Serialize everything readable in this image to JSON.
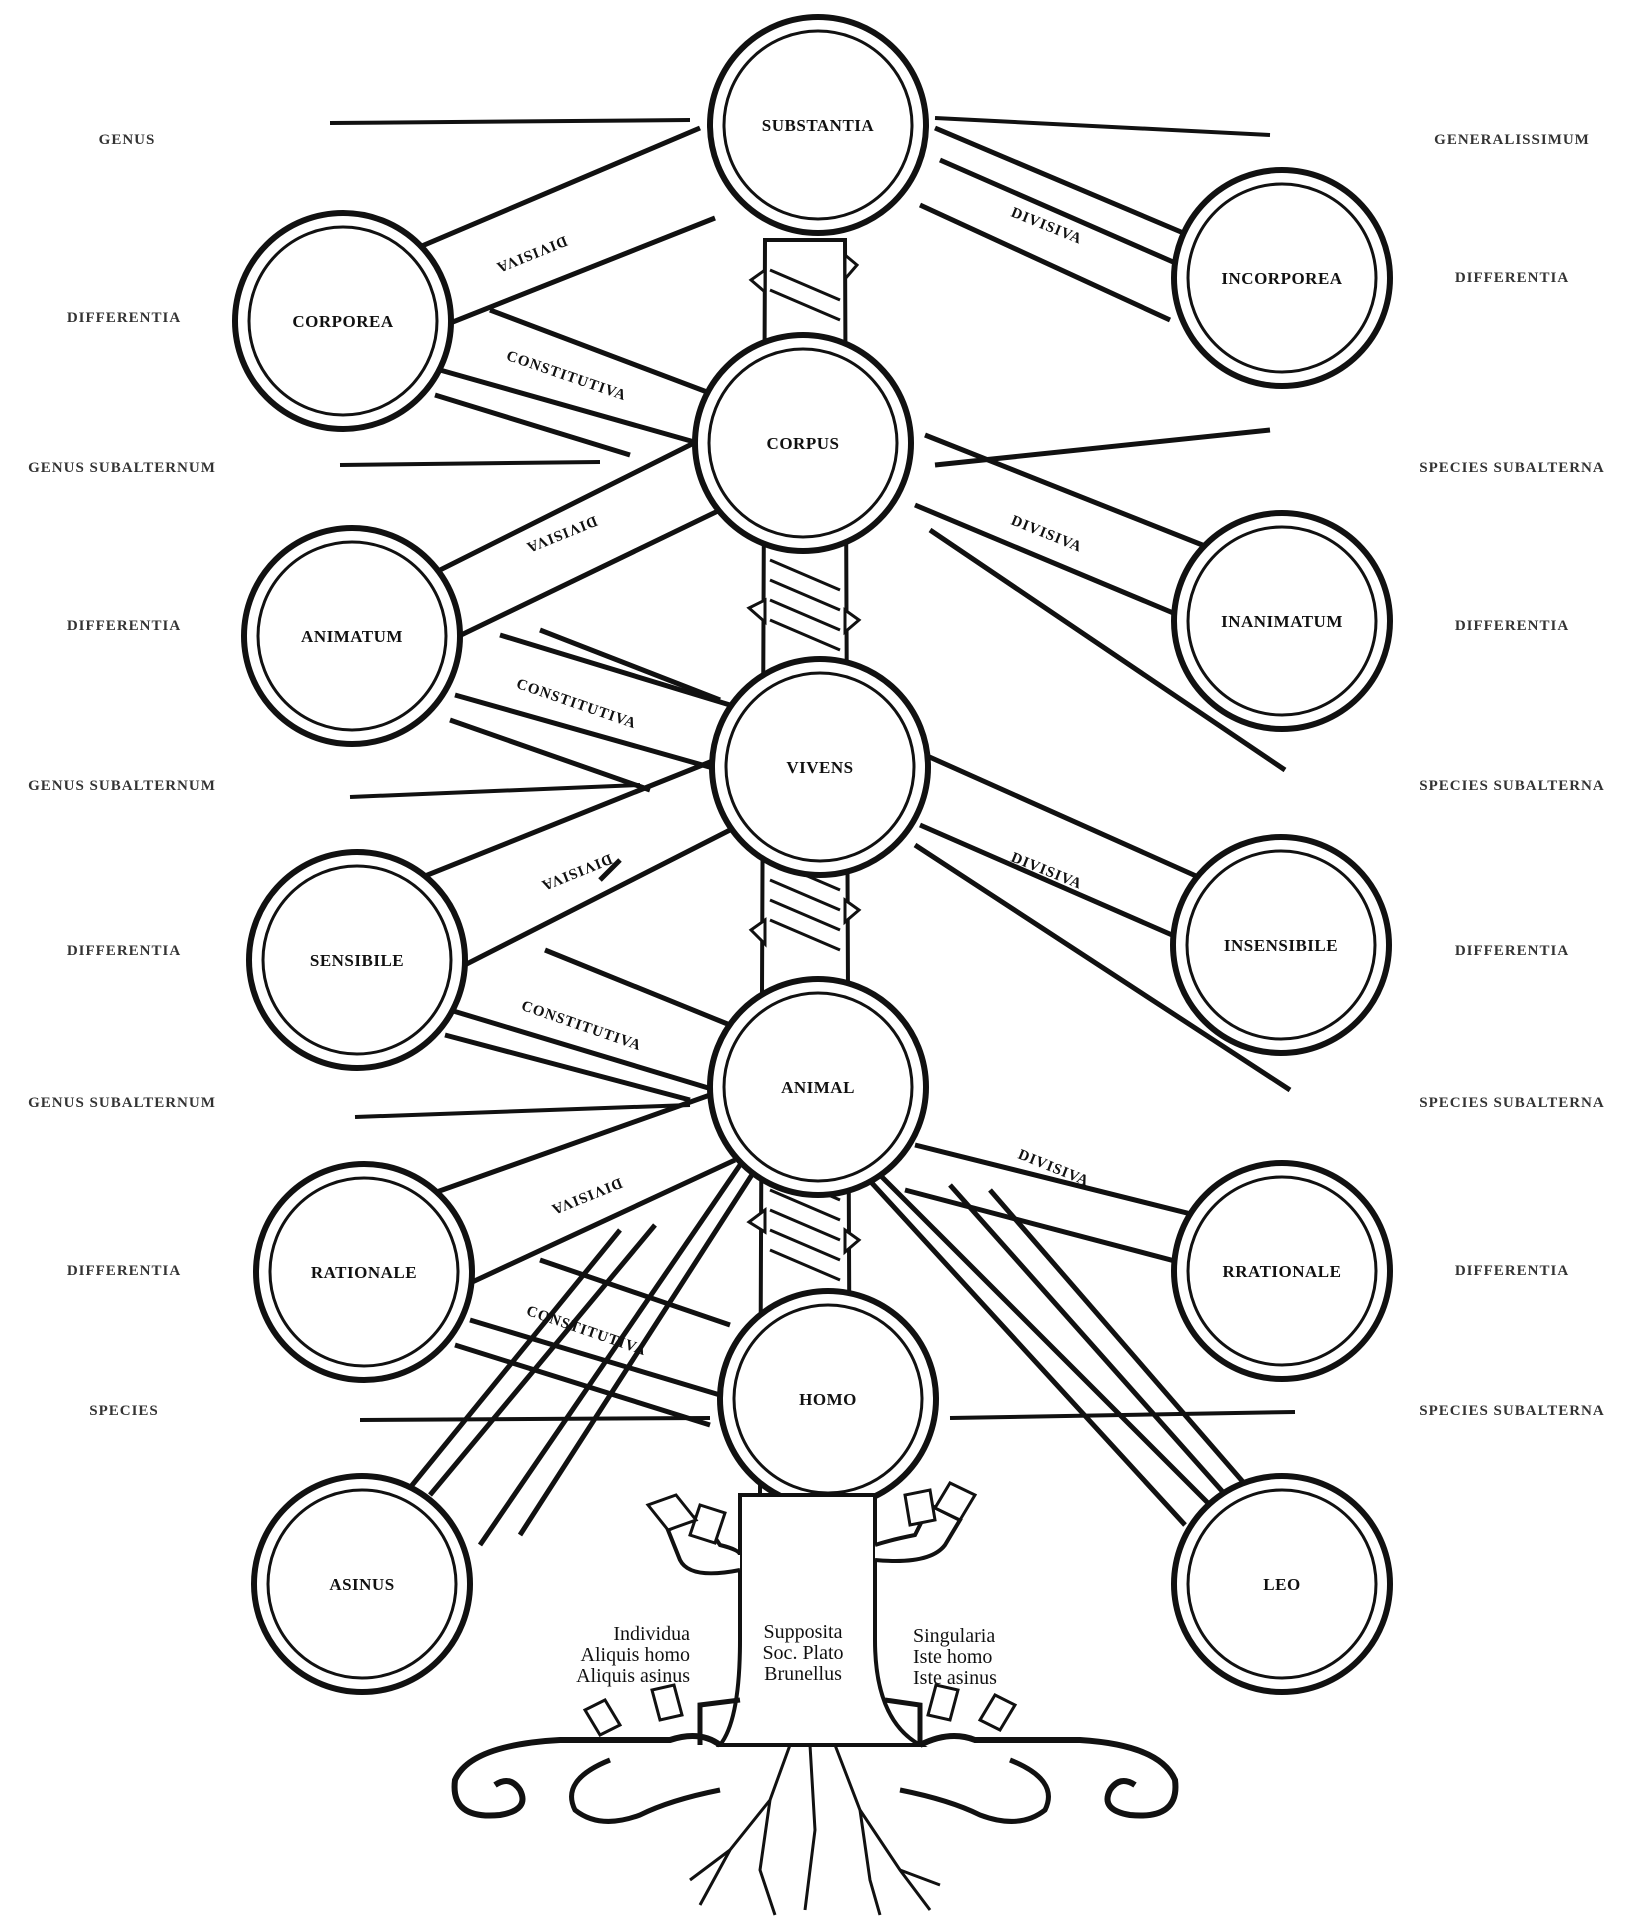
{
  "nodes": {
    "substantia": "SUBSTANTIA",
    "corporea": "CORPOREA",
    "incorporea": "INCORPOREA",
    "corpus": "CORPUS",
    "animatum": "ANIMATUM",
    "inanimatum": "INANIMATUM",
    "vivens": "VIVENS",
    "sensibile": "SENSIBILE",
    "insensibile": "INSENSIBILE",
    "animal": "ANIMAL",
    "rationale": "RATIONALE",
    "irrationale": "RRATIONALE",
    "homo": "HOMO",
    "asinus": "ASINUS",
    "leo": "LEO"
  },
  "left_labels": {
    "genus": "GENUS",
    "diff1": "DIFFERENTIA",
    "gs1": "GENUS SUBALTERNUM",
    "diff2": "DIFFERENTIA",
    "gs2": "GENUS SUBALTERNUM",
    "diff3": "DIFFERENTIA",
    "gs3": "GENUS SUBALTERNUM",
    "diff4": "DIFFERENTIA",
    "species": "SPECIES"
  },
  "right_labels": {
    "generalissimum": "GENERALISSIMUM",
    "diff1": "DIFFERENTIA",
    "ss1": "SPECIES SUBALTERNA",
    "diff2": "DIFFERENTIA",
    "ss2": "SPECIES SUBALTERNA",
    "diff3": "DIFFERENTIA",
    "ss3": "SPECIES SUBALTERNA",
    "diff4": "DIFFERENTIA",
    "ss4": "SPECIES SUBALTERNA"
  },
  "bands": {
    "divisiva": "DIVISIVA",
    "divisiva_mirrored": "DIVISIVA",
    "constitutiva": "CONSTITUTIVA"
  },
  "roots": {
    "left": [
      "Individua",
      "Aliquis homo",
      "Aliquis asinus"
    ],
    "center": [
      "Supposita",
      "Soc. Plato",
      "Brunellus"
    ],
    "right": [
      "Singularia",
      "Iste homo",
      "Iste asinus"
    ]
  }
}
